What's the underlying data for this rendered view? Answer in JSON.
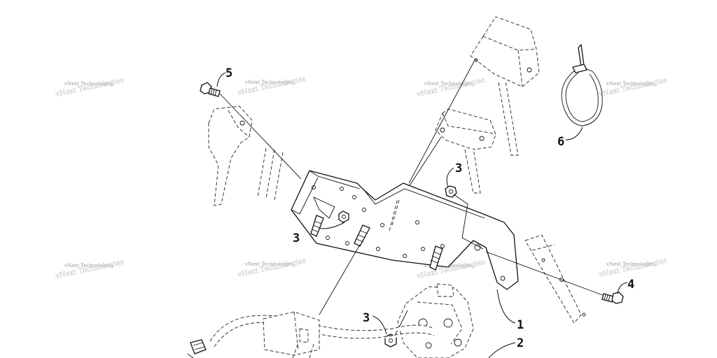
{
  "callouts": {
    "c1": "1",
    "c2": "2",
    "c3a": "3",
    "c3b": "3",
    "c3c": "3",
    "c4": "4",
    "c5": "5",
    "c6": "6"
  },
  "watermark": {
    "text": "vNext Technologies"
  }
}
